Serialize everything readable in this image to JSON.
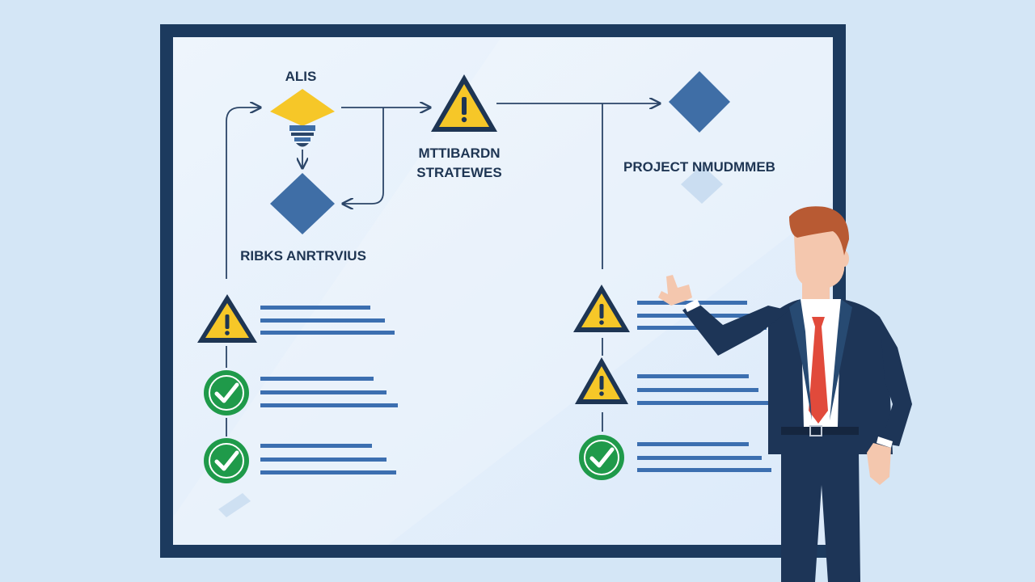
{
  "labels": {
    "alis": "ALIS",
    "mitigation_line1": "MTTIBARDN",
    "mitigation_line2": "STRATEWES",
    "project": "PROJECT NMUDMMEB",
    "risks": "RIBKS ANRTRVIUS"
  },
  "checklists": {
    "left": [
      "warning",
      "check",
      "check"
    ],
    "right": [
      "warning",
      "warning",
      "check"
    ]
  },
  "colors": {
    "background": "#d4e6f6",
    "board_frame": "#1c3a5e",
    "board_surface": "#e8f2fb",
    "warning": "#f6c728",
    "check": "#1f9a4a",
    "diamond": "#3f6ea6",
    "text_line": "#3c6fb0",
    "suit": "#1d3557",
    "tie": "#e14a3b",
    "hair": "#b85a33",
    "skin": "#f4c7ae"
  },
  "icons": [
    "warning-triangle-icon",
    "check-circle-icon",
    "diamond-icon",
    "bulb-icon",
    "arrow-icon"
  ]
}
